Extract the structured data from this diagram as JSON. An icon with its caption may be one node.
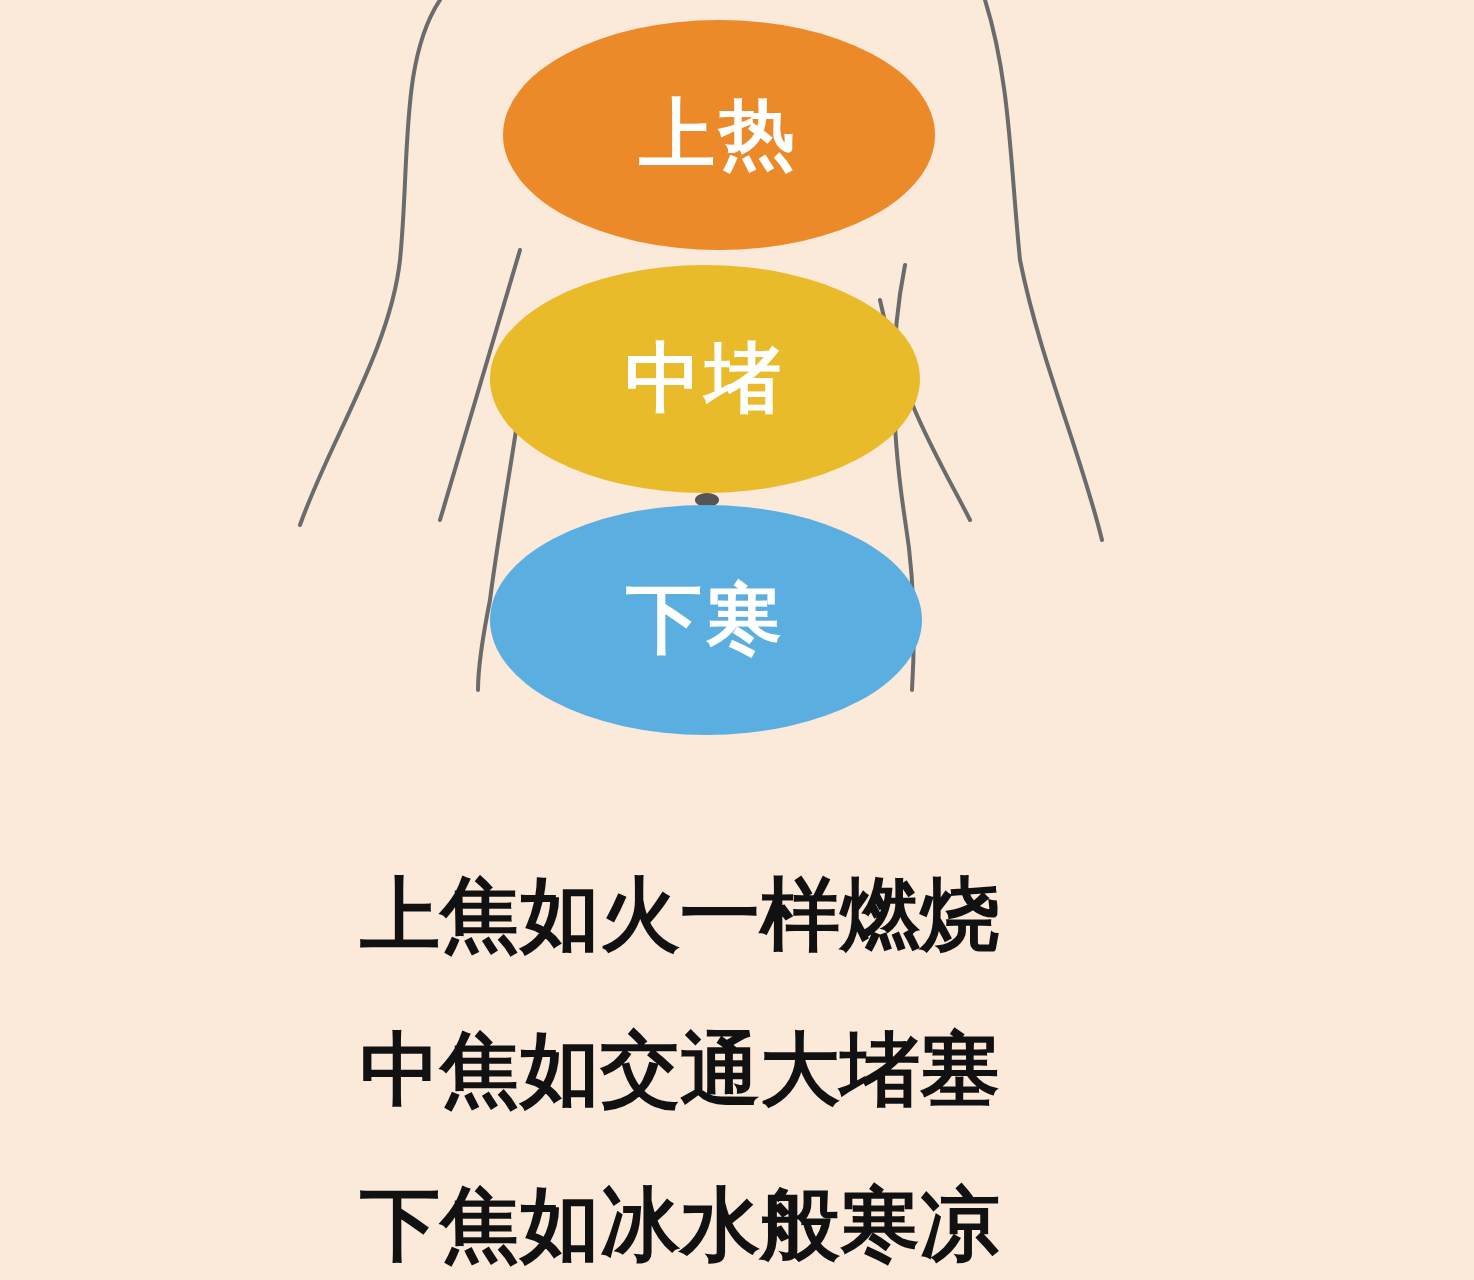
{
  "diagram": {
    "nodes": [
      {
        "text": [
          "上热"
        ]
      },
      {
        "text": [
          "中堵"
        ]
      },
      {
        "text": [
          "下寒"
        ]
      }
    ],
    "labels": [
      "上焦如火一样燃烧",
      "中焦如交通大堵塞",
      "下焦如冰水般寒凉"
    ]
  }
}
